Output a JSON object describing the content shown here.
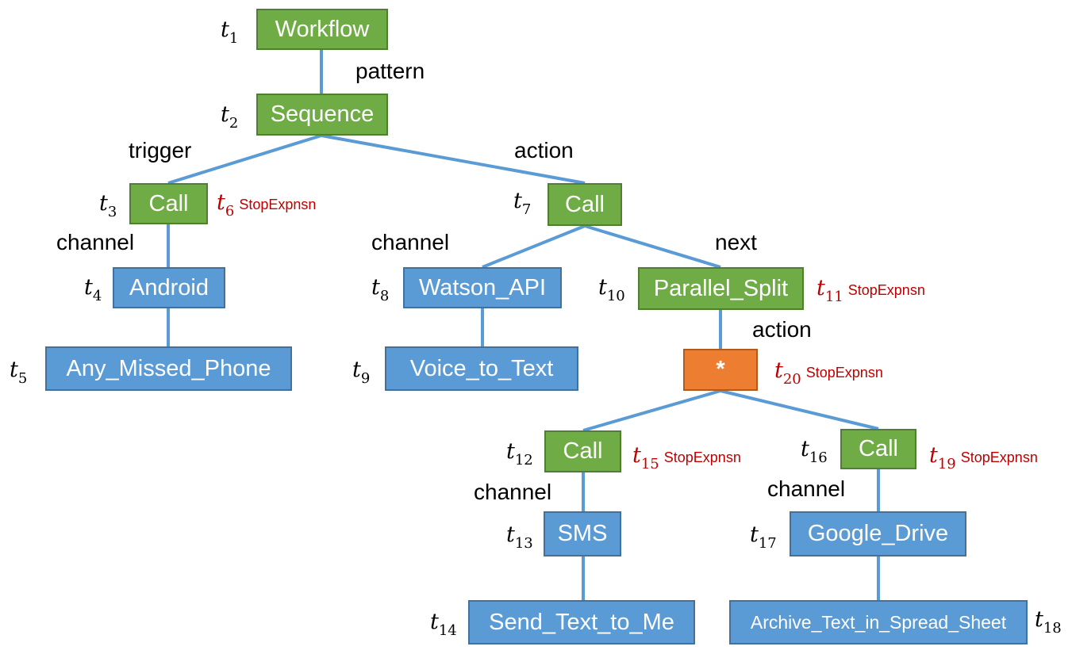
{
  "nodes": {
    "workflow": "Workflow",
    "sequence": "Sequence",
    "call_trigger": "Call",
    "android": "Android",
    "any_missed_phone": "Any_Missed_Phone",
    "call_action": "Call",
    "watson_api": "Watson_API",
    "voice_to_text": "Voice_to_Text",
    "parallel_split": "Parallel_Split",
    "star": "*",
    "call_sms": "Call",
    "sms": "SMS",
    "send_text_to_me": "Send_Text_to_Me",
    "call_drive": "Call",
    "google_drive": "Google_Drive",
    "archive_text": "Archive_Text_in_Spread_Sheet"
  },
  "edge_labels": {
    "pattern": "pattern",
    "trigger": "trigger",
    "action_main": "action",
    "channel_trigger": "channel",
    "channel_action": "channel",
    "next": "next",
    "action_split": "action",
    "channel_sms": "channel",
    "channel_drive": "channel"
  },
  "t_labels": {
    "t1": {
      "letter": "t",
      "sub": "1"
    },
    "t2": {
      "letter": "t",
      "sub": "2"
    },
    "t3": {
      "letter": "t",
      "sub": "3"
    },
    "t4": {
      "letter": "t",
      "sub": "4"
    },
    "t5": {
      "letter": "t",
      "sub": "5"
    },
    "t7": {
      "letter": "t",
      "sub": "7"
    },
    "t8": {
      "letter": "t",
      "sub": "8"
    },
    "t9": {
      "letter": "t",
      "sub": "9"
    },
    "t10": {
      "letter": "t",
      "sub": "10"
    },
    "t12": {
      "letter": "t",
      "sub": "12"
    },
    "t13": {
      "letter": "t",
      "sub": "13"
    },
    "t14": {
      "letter": "t",
      "sub": "14"
    },
    "t16": {
      "letter": "t",
      "sub": "16"
    },
    "t17": {
      "letter": "t",
      "sub": "17"
    },
    "t18": {
      "letter": "t",
      "sub": "18"
    }
  },
  "stop_labels": {
    "t6": {
      "letter": "t",
      "sub": "6",
      "text": "StopExpnsn"
    },
    "t11": {
      "letter": "t",
      "sub": "11",
      "text": "StopExpnsn"
    },
    "t20": {
      "letter": "t",
      "sub": "20",
      "text": "StopExpnsn"
    },
    "t15": {
      "letter": "t",
      "sub": "15",
      "text": "StopExpnsn"
    },
    "t19": {
      "letter": "t",
      "sub": "19",
      "text": "StopExpnsn"
    }
  },
  "colors": {
    "call_node": "#6fac46",
    "channel_node": "#5b9bd5",
    "star_node": "#ed7d31",
    "edge": "#5b9bd5",
    "stop_label": "#c00000"
  }
}
